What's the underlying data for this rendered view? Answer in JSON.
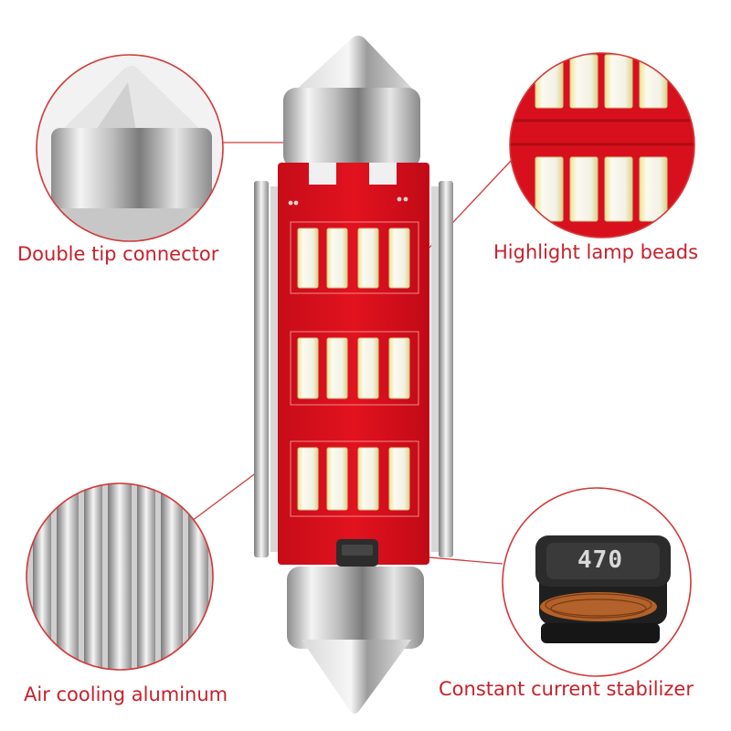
{
  "captions": {
    "double_tip": "Double tip connector",
    "highlight_beads": "Highlight lamp beads",
    "air_cooling": "Air cooling aluminum",
    "constant_current": "Constant current stabilizer"
  },
  "inductor_marking": "470",
  "colors": {
    "caption_text": "#c8202a",
    "circle_outline": "#d33a3a",
    "pcb_red": "#d8101e",
    "led_white": "#f7f5ec",
    "led_yellow_tint": "#e9e29a",
    "aluminum": "#c9c9c9"
  }
}
